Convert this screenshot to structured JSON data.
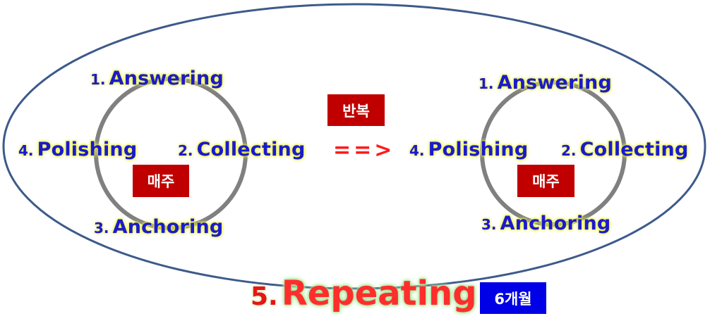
{
  "left_cycle": {
    "step1_num": "1.",
    "step1_label": "Answering",
    "step2_num": "2.",
    "step2_label": "Collecting",
    "step3_num": "3.",
    "step3_label": "Anchoring",
    "step4_num": "4.",
    "step4_label": "Polishing",
    "center_badge": "매주"
  },
  "right_cycle": {
    "step1_num": "1.",
    "step1_label": "Answering",
    "step2_num": "2.",
    "step2_label": "Collecting",
    "step3_num": "3.",
    "step3_label": "Anchoring",
    "step4_num": "4.",
    "step4_label": "Polishing",
    "center_badge": "매주"
  },
  "repeat_badge": "반복",
  "arrow_text": "==>",
  "final_step": {
    "num": "5.",
    "label": "Repeating",
    "duration_badge": "6개월"
  },
  "colors": {
    "ellipse_stroke": "#3d5a8a",
    "cycle_ring": "#808080",
    "badge_red": "#c00000",
    "badge_blue": "#0000e6",
    "label_blue": "#1a1acd",
    "accent_red": "#ff2d2d"
  }
}
